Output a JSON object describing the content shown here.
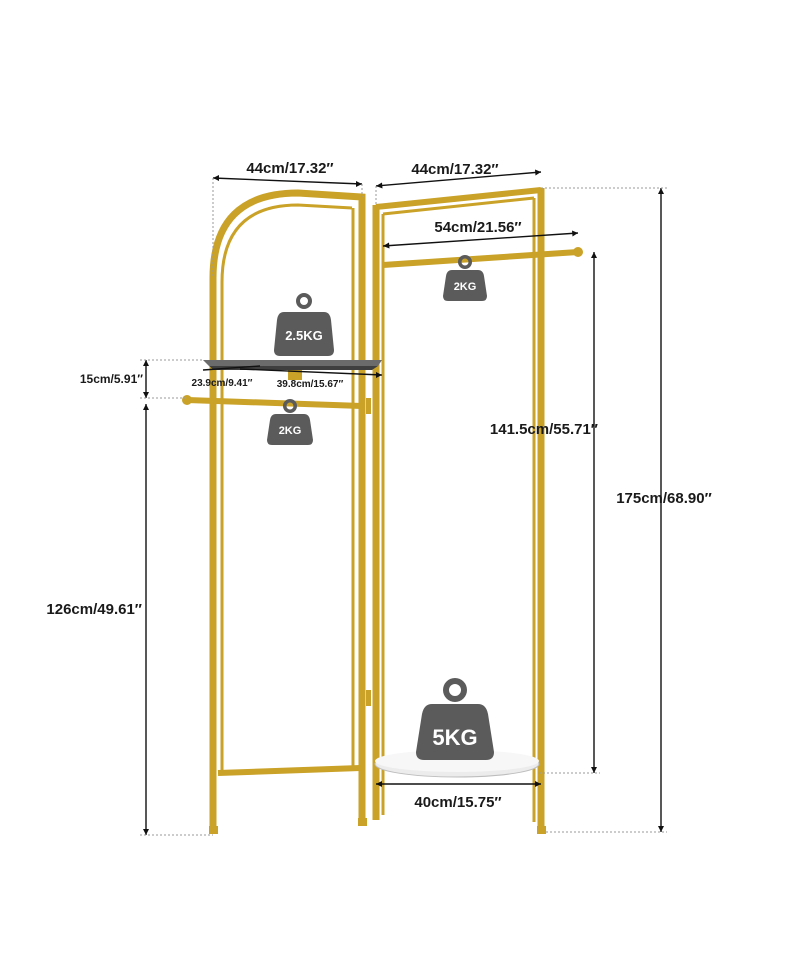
{
  "dimensions": {
    "left_panel_width": "44cm/17.32″",
    "right_panel_width": "44cm/17.32″",
    "top_rod_length": "54cm/21.56″",
    "shelf_gap": "15cm/5.91″",
    "shelf_depth": "23.9cm/9.41″",
    "shelf_width": "39.8cm/15.67″",
    "rod_height": "141.5cm/55.71″",
    "total_height": "175cm/68.90″",
    "lower_rod_height": "126cm/49.61″",
    "base_diameter": "40cm/15.75″"
  },
  "weights": {
    "shelf_load": "2.5KG",
    "top_rod_load": "2KG",
    "lower_rod_load": "2KG",
    "base_load": "5KG"
  },
  "colors": {
    "frame": "#c9a227",
    "weight_icon": "#5b5b5b",
    "shelf": "#6b6b6b",
    "base": "#f2f2f2"
  }
}
